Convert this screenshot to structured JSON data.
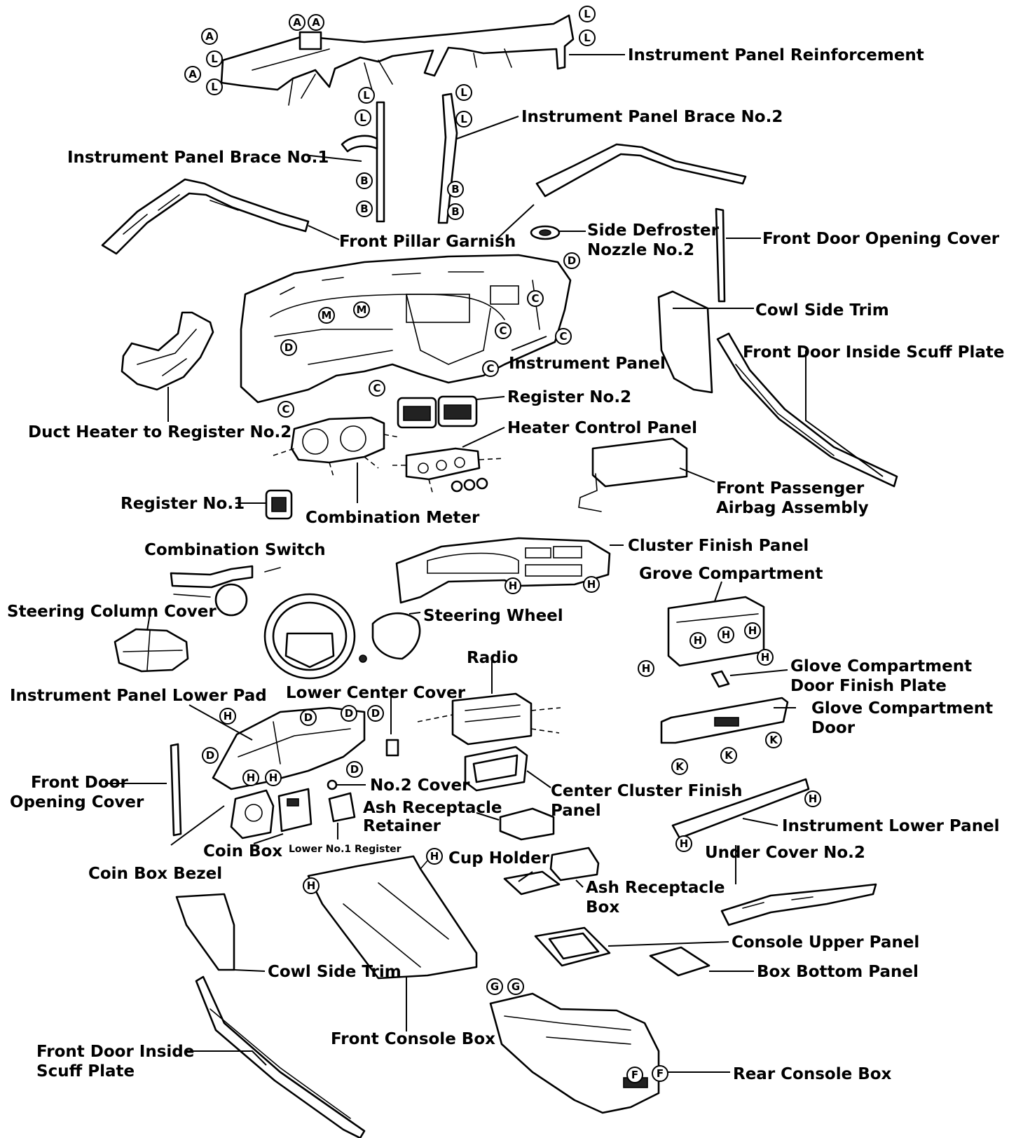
{
  "labels": {
    "instrument_panel_reinforcement": "Instrument Panel Reinforcement",
    "instrument_panel_brace_no2": "Instrument Panel Brace No.2",
    "instrument_panel_brace_no1": "Instrument Panel Brace No.1",
    "front_pillar_garnish": "Front Pillar Garnish",
    "side_defroster_nozzle_1": "Side Defroster",
    "side_defroster_nozzle_2": "Nozzle No.2",
    "front_door_opening_cover_right": "Front Door Opening Cover",
    "cowl_side_trim_right": "Cowl Side Trim",
    "front_door_inside_scuff_plate_right": "Front Door Inside Scuff Plate",
    "instrument_panel": "Instrument Panel",
    "register_no2": "Register No.2",
    "heater_control_panel": "Heater Control Panel",
    "duct_heater_to_register_no2": "Duct Heater to Register No.2",
    "front_passenger_airbag_1": "Front Passenger",
    "front_passenger_airbag_2": "Airbag Assembly",
    "register_no1": "Register No.1",
    "combination_meter": "Combination Meter",
    "combination_switch": "Combination Switch",
    "cluster_finish_panel": "Cluster Finish Panel",
    "grove_compartment": "Grove Compartment",
    "steering_column_cover": "Steering Column Cover",
    "steering_wheel": "Steering Wheel",
    "radio": "Radio",
    "glove_compartment_door_finish_plate_1": "Glove Compartment",
    "glove_compartment_door_finish_plate_2": "Door  Finish Plate",
    "instrument_panel_lower_pad": "Instrument Panel Lower Pad",
    "lower_center_cover": "Lower Center Cover",
    "glove_compartment_door_1": "Glove Compartment",
    "glove_compartment_door_2": "Door",
    "front_door_opening_cover_left_1": "Front Door",
    "front_door_opening_cover_left_2": "Opening Cover",
    "no2_cover": "No.2 Cover",
    "center_cluster_finish_panel_1": "Center Cluster Finish",
    "center_cluster_finish_panel_2": "Panel",
    "ash_receptacle_retainer_1": "Ash Receptacle",
    "ash_receptacle_retainer_2": "Retainer",
    "instrument_lower_panel": "Instrument Lower Panel",
    "coin_box": "Coin Box",
    "lower_no1_register": "Lower No.1 Register",
    "cup_holder": "Cup Holder",
    "under_cover_no2": "Under Cover No.2",
    "coin_box_bezel": "Coin Box Bezel",
    "ash_receptacle_box_1": "Ash Receptacle",
    "ash_receptacle_box_2": "Box",
    "console_upper_panel": "Console Upper Panel",
    "box_bottom_panel": "Box Bottom Panel",
    "cowl_side_trim_left": "Cowl Side Trim",
    "front_door_inside_scuff_plate_left_1": "Front Door Inside",
    "front_door_inside_scuff_plate_left_2": "Scuff Plate",
    "front_console_box": "Front Console Box",
    "rear_console_box": "Rear Console Box"
  },
  "markers": {
    "A": "A",
    "B": "B",
    "C": "C",
    "D": "D",
    "F": "F",
    "G": "G",
    "H": "H",
    "K": "K",
    "L": "L",
    "M": "M"
  }
}
